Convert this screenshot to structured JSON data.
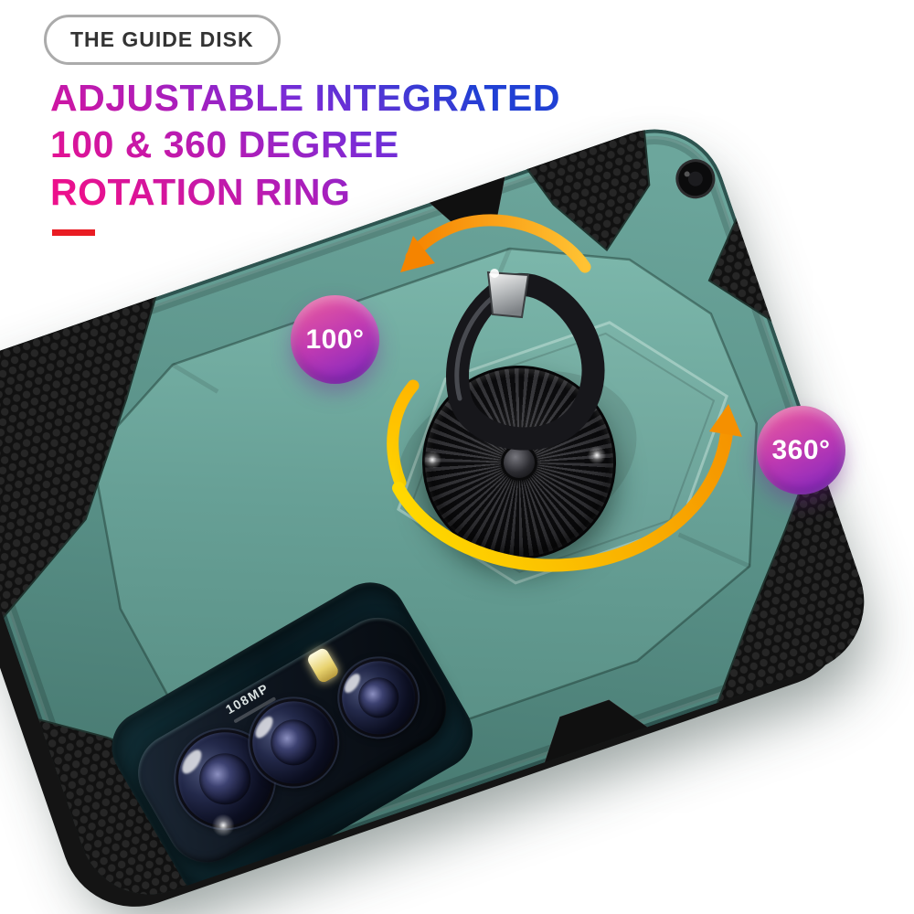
{
  "pill": {
    "label": "THE GUIDE DISK"
  },
  "headline": {
    "line1": "ADJUSTABLE INTEGRATED",
    "line2": "100 & 360 DEGREE",
    "line3": "ROTATION RING"
  },
  "callouts": {
    "rotation_small": "100°",
    "rotation_full": "360°"
  },
  "phone": {
    "camera_label": "108MP"
  },
  "icons": {
    "rotation_arrow_100": "curved-arrow-counterclockwise",
    "rotation_arrow_360": "elliptical-orbit-arrow",
    "ring_loop": "kickstand-ring",
    "camera_flash": "flash-led"
  },
  "colors": {
    "headline_blue": "#2040d4",
    "headline_purple": "#7b2bd6",
    "headline_magenta": "#ec108c",
    "accent_red": "#e91c23",
    "case_teal": "#578e85",
    "case_plate_teal": "#67a096",
    "armor_black": "#111111",
    "arrow_yellow": "#ffd800",
    "arrow_orange": "#f59000",
    "badge_pink": "#ef5f9a",
    "badge_purple": "#7a26c2",
    "ring_black": "#17171b"
  }
}
